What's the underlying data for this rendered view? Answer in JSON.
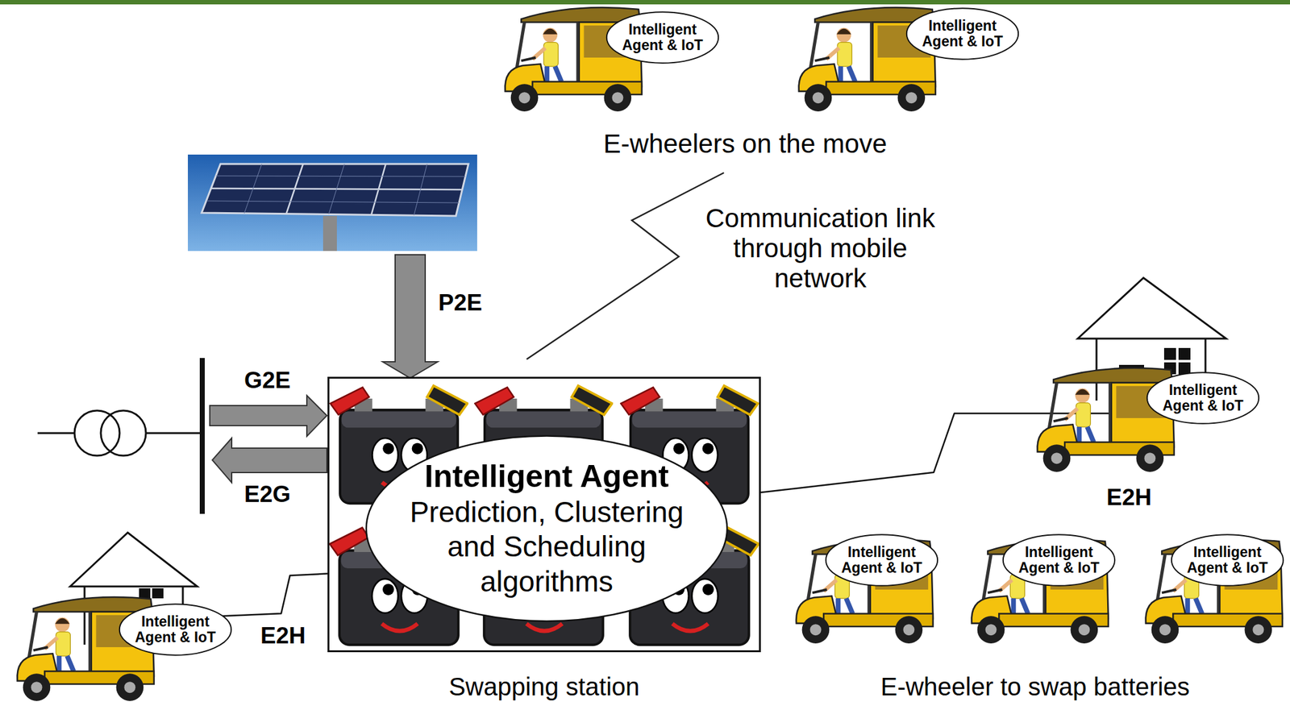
{
  "diagram": {
    "nodes": [
      {
        "text": [
          "Intelligent Agent & IoT"
        ]
      },
      {
        "text": [
          "Intelligent Agent & IoT"
        ]
      },
      {
        "text": [
          "Swapping station"
        ]
      },
      {
        "text": [
          "Intelligent Agent",
          "Prediction, Clustering and Scheduling algorithms"
        ],
        "in": 2
      },
      {
        "text": [
          "Intelligent Agent & IoT"
        ]
      },
      {
        "text": [
          "Intelligent Agent & IoT"
        ]
      },
      {
        "text": [
          "Intelligent Agent & IoT"
        ]
      },
      {
        "text": [
          "Intelligent Agent & IoT"
        ]
      },
      {
        "text": [
          "Intelligent Agent & IoT"
        ]
      }
    ],
    "edges": [
      {
        "from": 2,
        "to": 4,
        "arrow": "none"
      },
      {
        "from": 2,
        "to": 8,
        "arrow": "none"
      }
    ],
    "labels": [
      "E-wheelers on the move",
      "Communication link through mobile network",
      "P2E",
      "G2E",
      "E2G",
      "E2H",
      "E2H",
      "E-wheeler to swap batteries"
    ]
  }
}
